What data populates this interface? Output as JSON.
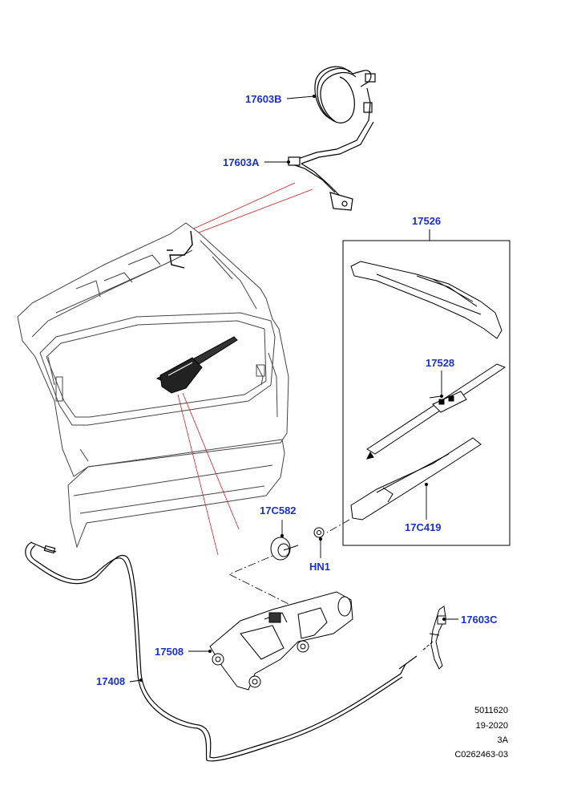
{
  "colors": {
    "callout": "#1a2fd6",
    "line": "#000000",
    "leader_red": "#d21f1f",
    "part_fill": "#ffffff",
    "part_dark": "#222222"
  },
  "callouts": {
    "p17603B": "17603B",
    "p17603A": "17603A",
    "p17526": "17526",
    "p17528": "17528",
    "p17C582": "17C582",
    "pHN1": "HN1",
    "p17C419": "17C419",
    "p17508": "17508",
    "p17408": "17408",
    "p17603C": "17603C"
  },
  "info": {
    "ref": "5011620",
    "date": "19-2020",
    "rev": "3A",
    "code": "C0262463-03"
  }
}
